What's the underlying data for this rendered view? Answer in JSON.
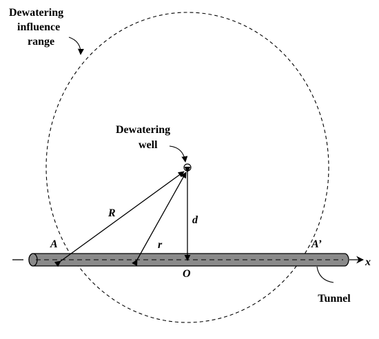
{
  "labels": {
    "influence_line1": "Dewatering",
    "influence_line2": "influence",
    "influence_line3": "range",
    "well_line1": "Dewatering",
    "well_line2": "well",
    "radius_R": "R",
    "radius_r": "r",
    "distance_d": "d",
    "point_A": "A",
    "point_A_prime": "A’",
    "origin": "O",
    "axis_x": "x",
    "tunnel": "Tunnel",
    "dash_mark": "–"
  },
  "colors": {
    "tunnel_fill": "#8a8a8a",
    "stroke": "#000000"
  }
}
